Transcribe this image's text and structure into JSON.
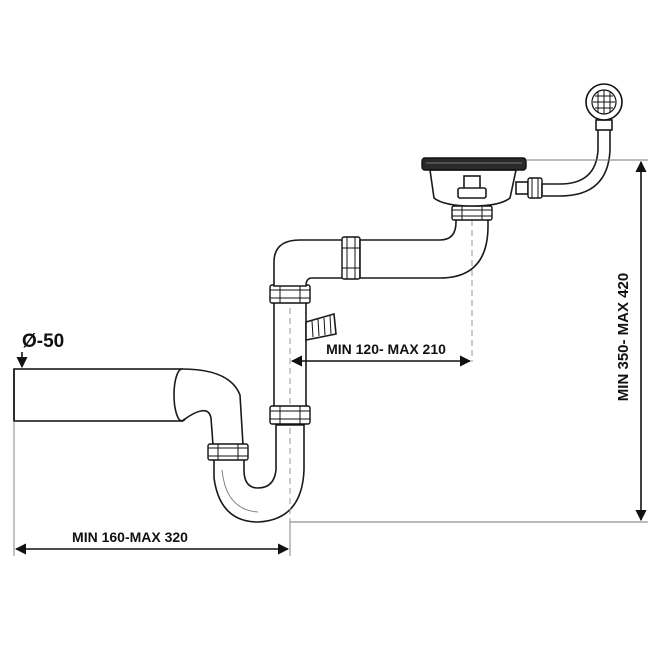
{
  "labels": {
    "diameter": "Ø-50",
    "horizontal_outlet": "MIN 160-MAX 320",
    "horizontal_drain": "MIN 120- MAX 210",
    "vertical_height": "MIN 350- MAX 420"
  },
  "colors": {
    "line": "#1a1a1a",
    "extension": "#999999",
    "pipe_fill": "#f2f2f2",
    "basket_top": "#2a2a2a"
  }
}
